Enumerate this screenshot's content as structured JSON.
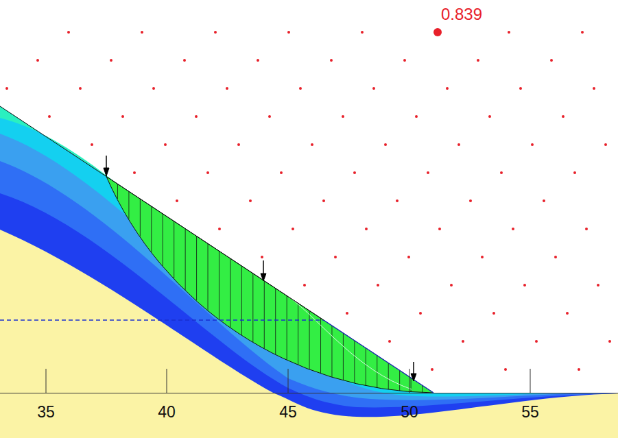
{
  "diagram": {
    "labels": [
      "0.839",
      "35",
      "40",
      "45",
      "50",
      "55"
    ]
  }
}
